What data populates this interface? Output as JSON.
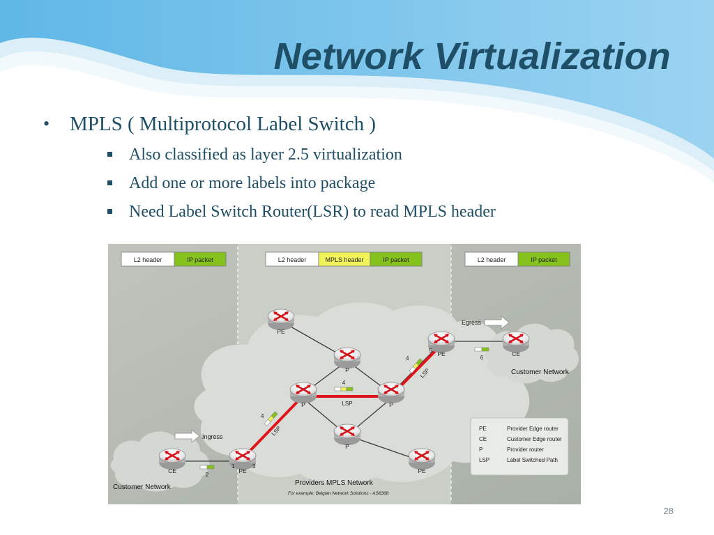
{
  "slide": {
    "title": "Network Virtualization",
    "bullet": "MPLS ( Multiprotocol Label Switch )",
    "sub_bullets": [
      "Also classified as layer 2.5 virtualization",
      "Add one or more labels into package",
      "Need Label Switch Router(LSR) to read MPLS header"
    ],
    "page_number": "28"
  },
  "diagram": {
    "headers": {
      "left": [
        "L2 header",
        "IP packet"
      ],
      "middle": [
        "L2 header",
        "MPLS header",
        "IP packet"
      ],
      "right": [
        "L2 header",
        "IP packet"
      ]
    },
    "node_labels": {
      "pe_top": "PE",
      "p_top": "P",
      "p_left": "P",
      "p_right": "P",
      "p_bottom": "P",
      "pe_ingress": "PE",
      "pe_egress": "PE",
      "pe_bottom_right": "PE",
      "ce_left": "CE",
      "ce_right": "CE"
    },
    "packet_numbers": [
      "2",
      "4",
      "4",
      "4",
      "6"
    ],
    "port_labels": [
      "1",
      "3",
      "5"
    ],
    "lsp_labels": [
      "LSP",
      "LSP",
      "LSP"
    ],
    "ingress_label": "Ingress",
    "egress_label": "Egress",
    "customer_network_left": "Customer Network",
    "customer_network_right": "Customer Network",
    "providers_label": "Providers MPLS Network",
    "footnote": "For example: Belgian Network Solutions - AS8368",
    "legend": [
      {
        "abbr": "PE",
        "desc": "Provider Edge router"
      },
      {
        "abbr": "CE",
        "desc": "Customer Edge router"
      },
      {
        "abbr": "P",
        "desc": "Provider router"
      },
      {
        "abbr": "LSP",
        "desc": "Label Switched Path"
      }
    ],
    "colors": {
      "lsp": "#e0141a",
      "ip_packet": "#86c21e",
      "mpls_header": "#f1f35a",
      "title": "#1e4f66"
    }
  }
}
